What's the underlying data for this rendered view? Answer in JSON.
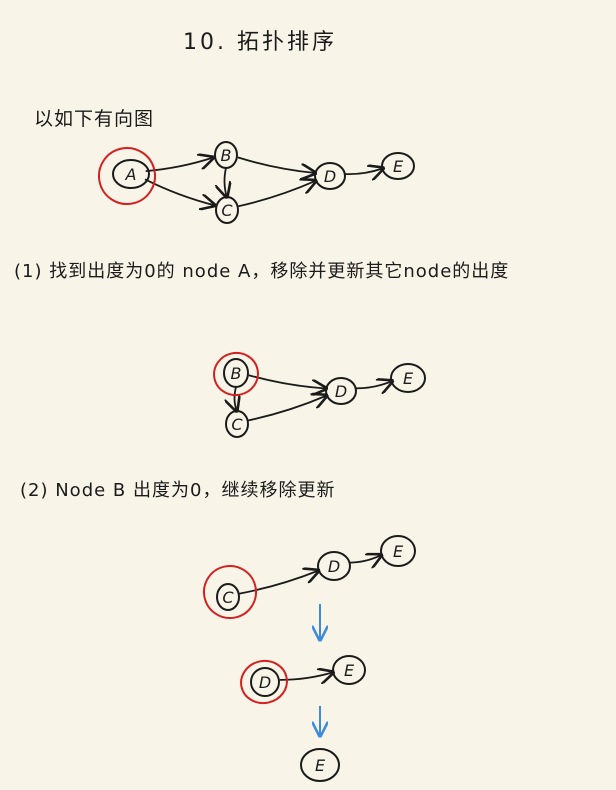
{
  "title": "10. 拓扑排序",
  "intro": "以如下有向图",
  "step1": "(1) 找到出度为0的 node A，移除并更新其它node的出度",
  "step2": "(2) Node B 出度为0，继续移除更新",
  "colors": {
    "ink": "#1b1b1b",
    "highlight": "#d42020",
    "flow_arrow": "#3d8be0",
    "paper": "#f8f5e8"
  },
  "graphs": [
    {
      "id": "initial",
      "highlight": "A",
      "nodes": [
        {
          "id": "A",
          "label": "A"
        },
        {
          "id": "B",
          "label": "B"
        },
        {
          "id": "C",
          "label": "C"
        },
        {
          "id": "D",
          "label": "D"
        },
        {
          "id": "E",
          "label": "E"
        }
      ],
      "edges": [
        [
          "A",
          "B"
        ],
        [
          "A",
          "C"
        ],
        [
          "B",
          "C"
        ],
        [
          "B",
          "D"
        ],
        [
          "C",
          "D"
        ],
        [
          "D",
          "E"
        ]
      ]
    },
    {
      "id": "after-remove-A",
      "highlight": "B",
      "nodes": [
        {
          "id": "B",
          "label": "B"
        },
        {
          "id": "C",
          "label": "C"
        },
        {
          "id": "D",
          "label": "D"
        },
        {
          "id": "E",
          "label": "E"
        }
      ],
      "edges": [
        [
          "B",
          "C"
        ],
        [
          "B",
          "D"
        ],
        [
          "C",
          "D"
        ],
        [
          "D",
          "E"
        ]
      ]
    },
    {
      "id": "after-remove-B",
      "highlight": "C",
      "nodes": [
        {
          "id": "C",
          "label": "C"
        },
        {
          "id": "D",
          "label": "D"
        },
        {
          "id": "E",
          "label": "E"
        }
      ],
      "edges": [
        [
          "C",
          "D"
        ],
        [
          "D",
          "E"
        ]
      ]
    },
    {
      "id": "after-remove-C",
      "highlight": "D",
      "nodes": [
        {
          "id": "D",
          "label": "D"
        },
        {
          "id": "E",
          "label": "E"
        }
      ],
      "edges": [
        [
          "D",
          "E"
        ]
      ]
    },
    {
      "id": "after-remove-D",
      "highlight": null,
      "nodes": [
        {
          "id": "E",
          "label": "E"
        }
      ],
      "edges": []
    }
  ]
}
